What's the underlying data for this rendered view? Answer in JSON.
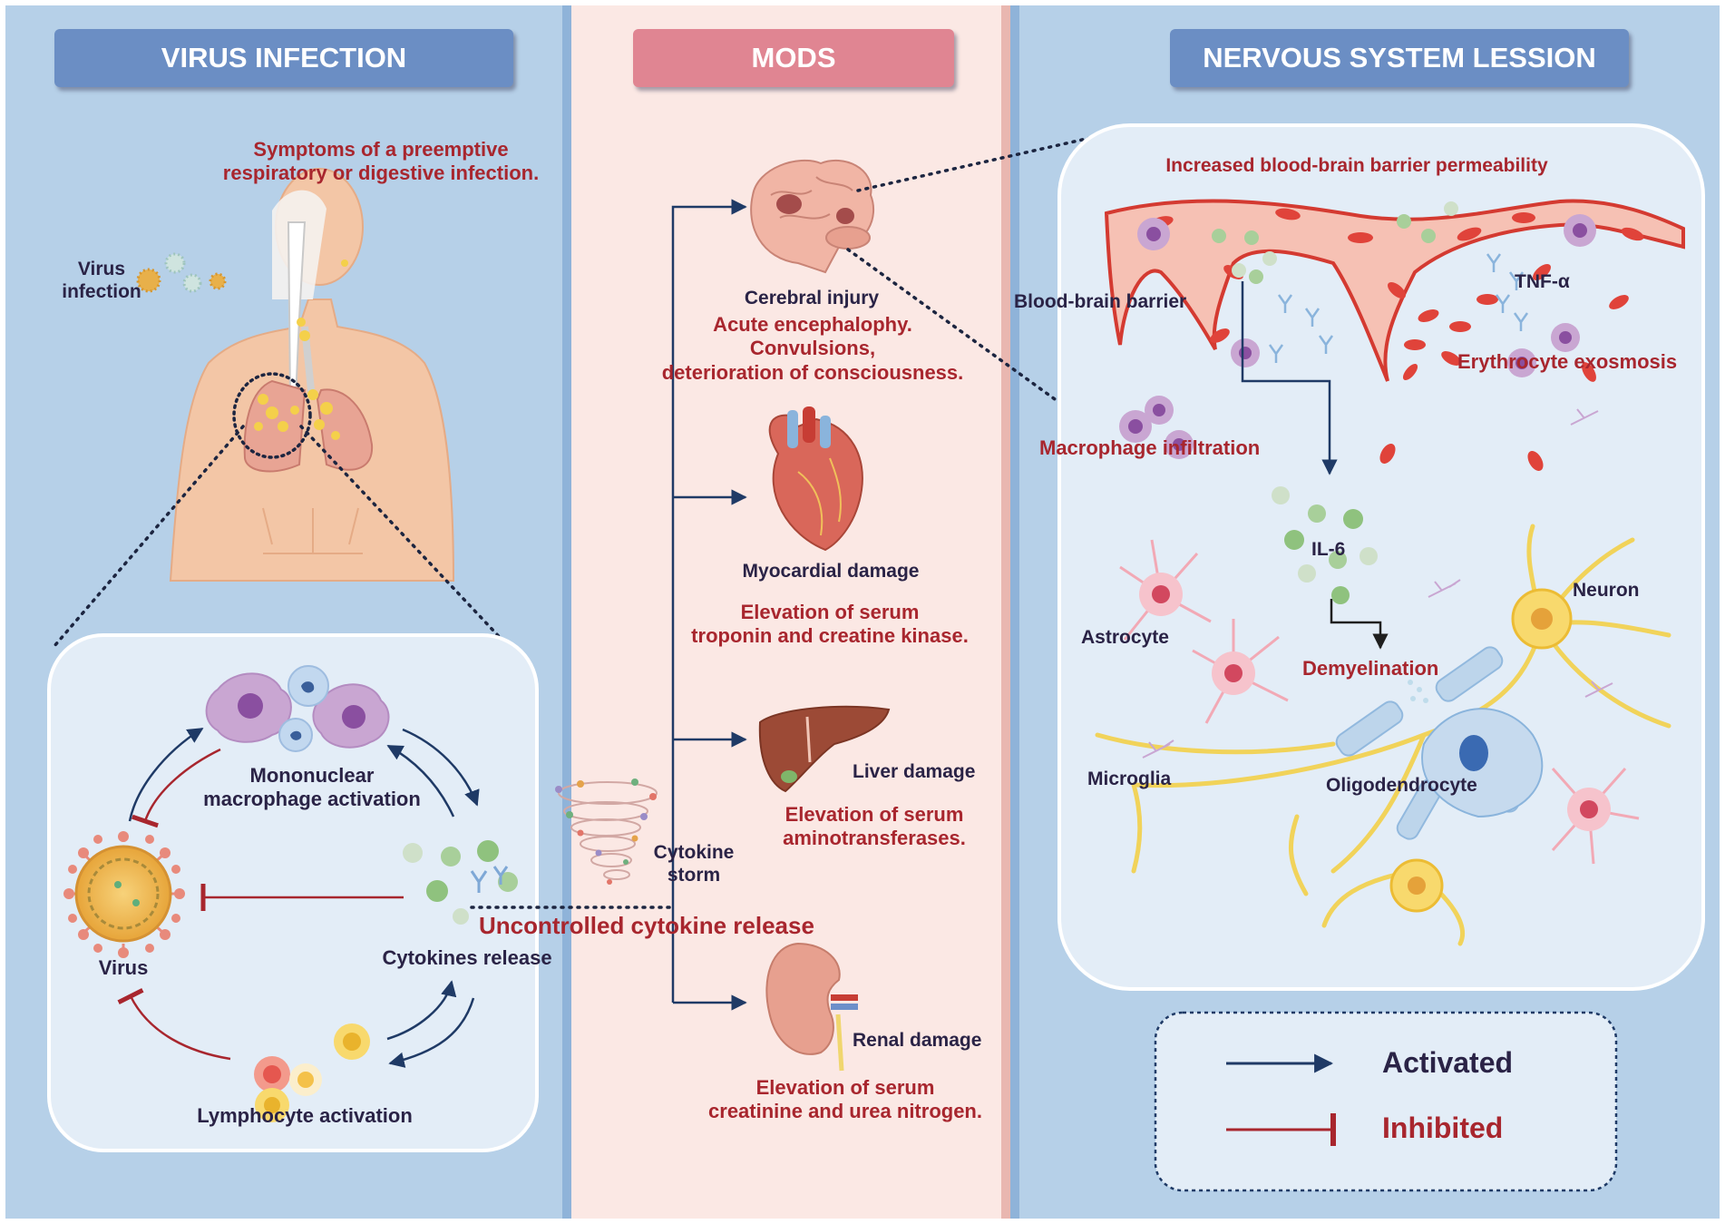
{
  "panels": {
    "virus_infection": {
      "header": "VIRUS INFECTION",
      "symptoms_line1": "Symptoms of a preemptive",
      "symptoms_line2": "respiratory or digestive infection.",
      "virus_infection_line1": "Virus",
      "virus_infection_line2": "infection",
      "mono_line1": "Mononuclear",
      "mono_line2": "macrophage activation",
      "virus": "Virus",
      "cytokines_release": "Cytokines release",
      "lymphocyte_activation": "Lymphocyte activation"
    },
    "mods": {
      "header": "MODS",
      "cerebral_title": "Cerebral injury",
      "cerebral_line1": "Acute encephalophy.",
      "cerebral_line2": "Convulsions,",
      "cerebral_line3": "deterioration of consciousness.",
      "myocardial_title": "Myocardial damage",
      "myocardial_line1": "Elevation of serum",
      "myocardial_line2": "troponin and creatine kinase.",
      "liver_title": "Liver damage",
      "liver_line1": "Elevation of serum",
      "liver_line2": "aminotransferases.",
      "renal_title": "Renal damage",
      "renal_line1": "Elevation of serum",
      "renal_line2": "creatinine and urea nitrogen.",
      "storm_line1": "Cytokine",
      "storm_line2": "storm",
      "uncontrolled": "Uncontrolled cytokine release"
    },
    "nervous": {
      "header": "NERVOUS SYSTEM LESSION",
      "bbb_permeability": "Increased blood-brain barrier permeability",
      "bbb": "Blood-brain barrier",
      "tnf": "TNF-α",
      "erythrocyte": "Erythrocyte exosmosis",
      "macrophage": "Macrophage infiltration",
      "il6": "IL-6",
      "neuron": "Neuron",
      "astrocyte": "Astrocyte",
      "demyelination": "Demyelination",
      "microglia": "Microglia",
      "oligodendrocyte": "Oligodendrocyte"
    }
  },
  "legend": {
    "activated": "Activated",
    "inhibited": "Inhibited"
  },
  "colors": {
    "panel_blue": "#b6d0e8",
    "panel_pink": "#fbe8e4",
    "header_blue": "#6b8ec4",
    "header_pink": "#e08592",
    "activated_arrow": "#1f3a66",
    "inhibited_arrow": "#a8262e",
    "label_red": "#a8262e",
    "label_dark": "#2a2346"
  }
}
